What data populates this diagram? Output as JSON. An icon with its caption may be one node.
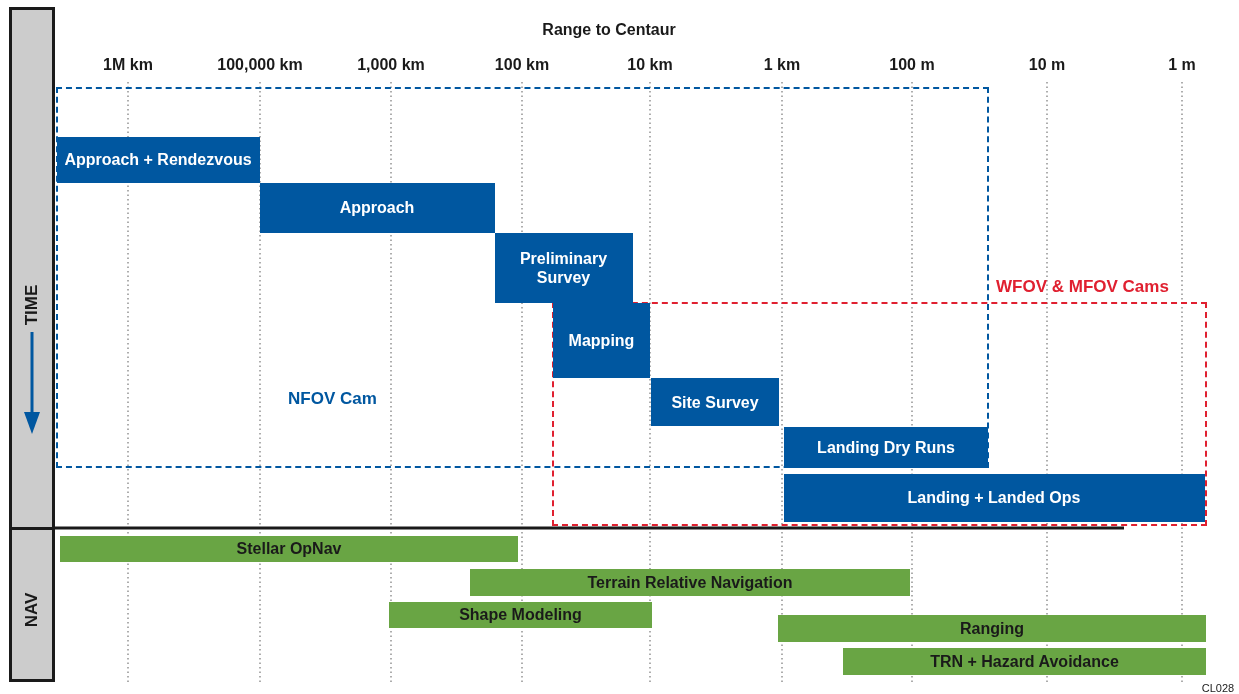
{
  "diagram": {
    "nodes": [
      {
        "text": [
          "TIME"
        ]
      },
      {
        "text": [
          "NAV"
        ]
      },
      {
        "text": [
          "NFOV Cam"
        ]
      },
      {
        "text": [
          "Approach + Rendezvous"
        ],
        "in": 2
      },
      {
        "text": [
          "Approach"
        ],
        "in": 2
      },
      {
        "text": [
          "Preliminary Survey"
        ],
        "in": 2
      },
      {
        "text": [
          "WFOV & MFOV Cams"
        ]
      },
      {
        "text": [
          "Mapping"
        ]
      },
      {
        "text": [
          "Site Survey"
        ]
      },
      {
        "text": [
          "Landing Dry Runs"
        ]
      },
      {
        "text": [
          "Landing + Landed Ops"
        ],
        "in": 6
      },
      {
        "text": [
          "Stellar OpNav"
        ]
      },
      {
        "text": [
          "Terrain Relative Navigation"
        ]
      },
      {
        "text": [
          "Shape Modeling"
        ]
      },
      {
        "text": [
          "Ranging"
        ]
      },
      {
        "text": [
          "TRN + Hazard Avoidance"
        ]
      }
    ],
    "labels": [
      "Range to Centaur",
      "1M km",
      "100,000 km",
      "1,000 km",
      "100 km",
      "10 km",
      "1 km",
      "100 m",
      "10 m",
      "1 m",
      "CL028"
    ]
  }
}
